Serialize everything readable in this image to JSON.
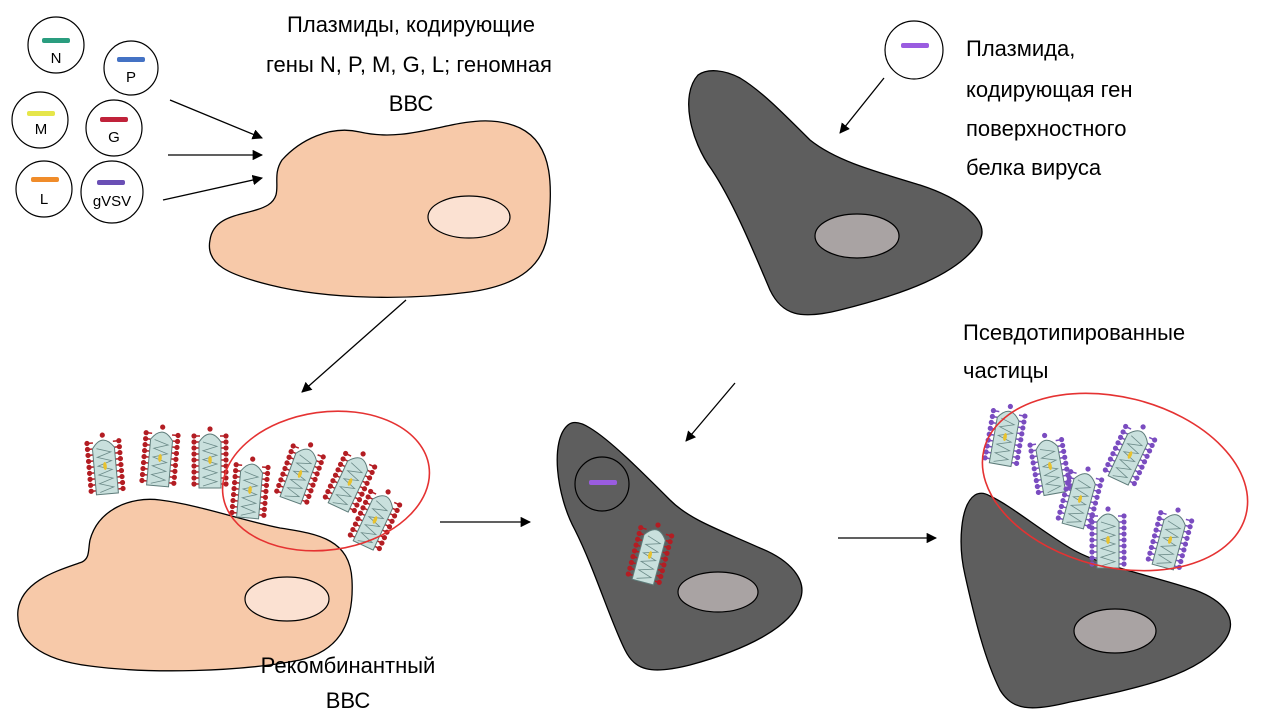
{
  "labels": {
    "plasmids_title": [
      "Плазмиды, кодирующие",
      "гены N, P, M, G, L; геномная",
      "ВВС"
    ],
    "plasmid_single": [
      "Плазмида,",
      "кодирующая ген",
      "поверхностного",
      "белка вируса"
    ],
    "recombinant": [
      "Рекомбинантный",
      "ВВС"
    ],
    "pseudotyped": [
      "Псевдотипированные",
      "частицы"
    ]
  },
  "plasmids": [
    {
      "label": "N",
      "color": "#2a9d7f"
    },
    {
      "label": "P",
      "color": "#4472c4"
    },
    {
      "label": "M",
      "color": "#e6e64a"
    },
    {
      "label": "G",
      "color": "#c0223a"
    },
    {
      "label": "L",
      "color": "#f08c2a"
    },
    {
      "label": "gVSV",
      "color": "#6a4fb5"
    }
  ],
  "colors": {
    "cell_peach": "#f7c9a9",
    "nucleus_peach": "#fbe1d2",
    "cell_gray": "#5e5e5e",
    "nucleus_gray": "#a9a3a3",
    "circle_red": "#e53232",
    "virus_red": "#b31d23",
    "virus_purple": "#7a4cc0",
    "virus_body": "#c9e0dd",
    "plasmid_purple": "#9a5ce0"
  }
}
